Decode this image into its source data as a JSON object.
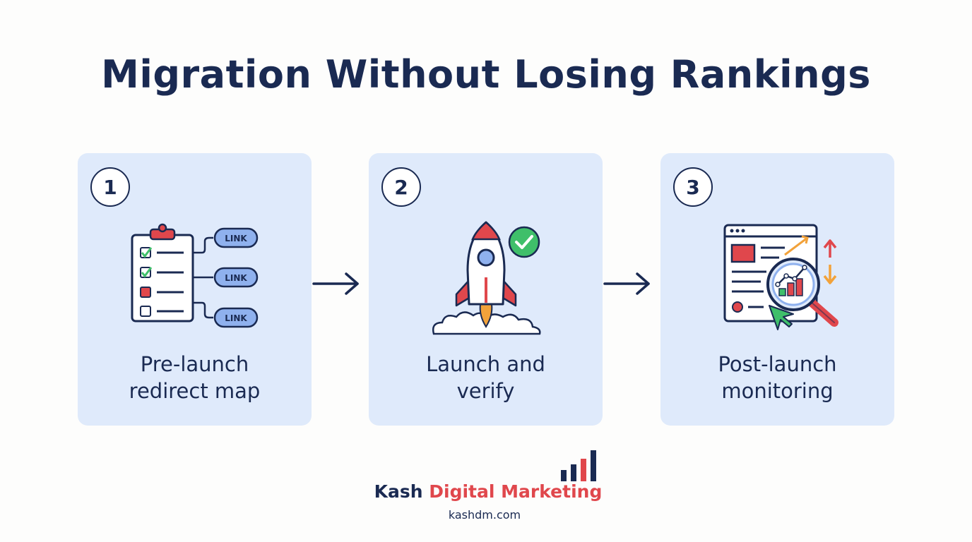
{
  "title": "Migration Without Losing Rankings",
  "steps": [
    {
      "number": "1",
      "label_line1": "Pre-launch",
      "label_line2": "redirect map",
      "icon": "clipboard-redirect-icon"
    },
    {
      "number": "2",
      "label_line1": "Launch and",
      "label_line2": "verify",
      "icon": "rocket-launch-icon"
    },
    {
      "number": "3",
      "label_line1": "Post-launch",
      "label_line2": "monitoring",
      "icon": "analytics-magnifier-icon"
    }
  ],
  "link_tag": "LINK",
  "brand": {
    "name_part1": "Kash",
    "name_part2": "Digital Marketing",
    "url": "kashdm.com"
  },
  "colors": {
    "navy": "#1a2a52",
    "card_bg": "#dfeafb",
    "red": "#e0474c",
    "green": "#3fbf6a",
    "link_blue": "#8fb1ee",
    "orange": "#f2a23a"
  }
}
